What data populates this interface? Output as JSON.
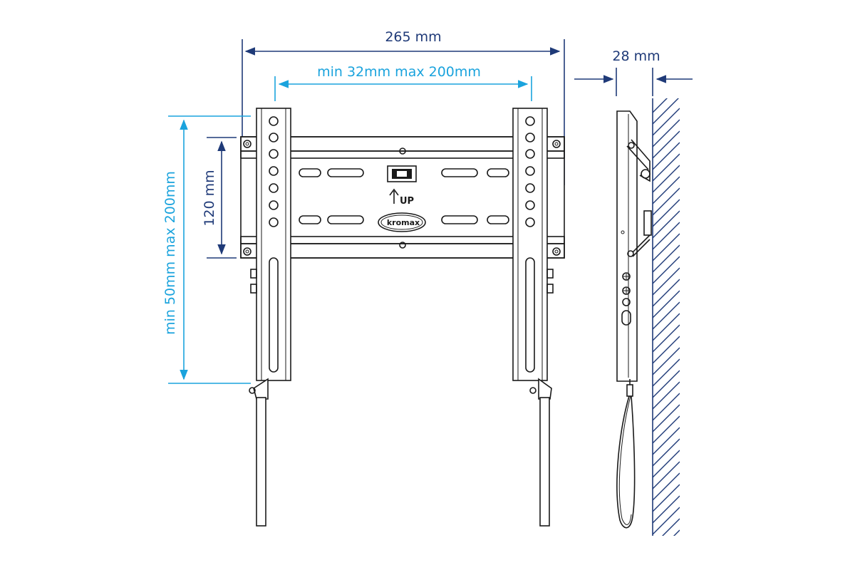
{
  "dimensions": {
    "overall_width": "265 mm",
    "vesa_horizontal": "min 32mm max 200mm",
    "depth": "28 mm",
    "vertical_spacing": "120 mm",
    "vesa_vertical": "min 50mm max 200mm"
  },
  "plate": {
    "up_label": "UP",
    "logo_text": "kromax"
  },
  "colors": {
    "dark_dimension": "#1f3a78",
    "light_dimension": "#1aa3dd",
    "outline": "#1a1a1a"
  }
}
